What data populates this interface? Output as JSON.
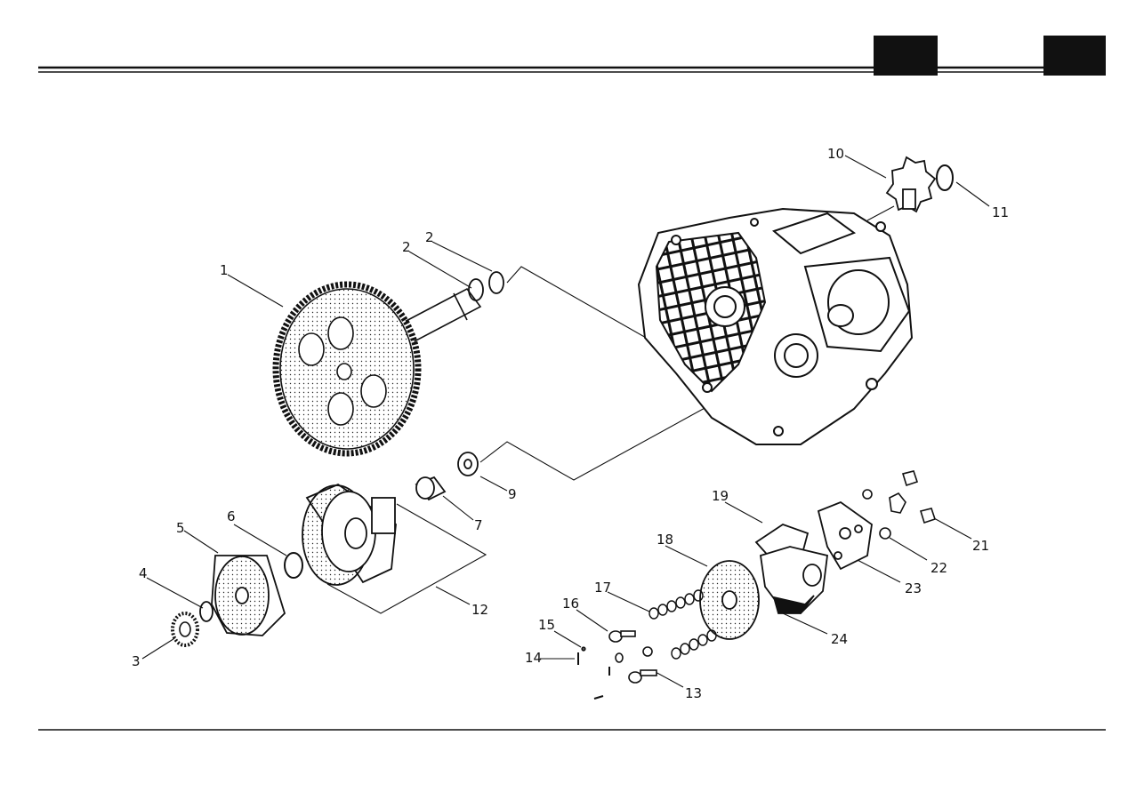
{
  "colors": {
    "ink": "#111111",
    "paper": "#ffffff",
    "header_tab": "#111111"
  },
  "header": {
    "tab_left": "",
    "tab_right": ""
  },
  "parts": [
    {
      "key": "1",
      "text": "1"
    },
    {
      "key": "2a",
      "text": "2"
    },
    {
      "key": "2b",
      "text": "2"
    },
    {
      "key": "3",
      "text": "3"
    },
    {
      "key": "4",
      "text": "4"
    },
    {
      "key": "5",
      "text": "5"
    },
    {
      "key": "6",
      "text": "6"
    },
    {
      "key": "7",
      "text": "7"
    },
    {
      "key": "9",
      "text": "9"
    },
    {
      "key": "10",
      "text": "10"
    },
    {
      "key": "11",
      "text": "11"
    },
    {
      "key": "12",
      "text": "12"
    },
    {
      "key": "13",
      "text": "13"
    },
    {
      "key": "14",
      "text": "14"
    },
    {
      "key": "15",
      "text": "15"
    },
    {
      "key": "16",
      "text": "16"
    },
    {
      "key": "17",
      "text": "17"
    },
    {
      "key": "18",
      "text": "18"
    },
    {
      "key": "19",
      "text": "19"
    },
    {
      "key": "21",
      "text": "21"
    },
    {
      "key": "22",
      "text": "22"
    },
    {
      "key": "23",
      "text": "23"
    },
    {
      "key": "24",
      "text": "24"
    }
  ]
}
